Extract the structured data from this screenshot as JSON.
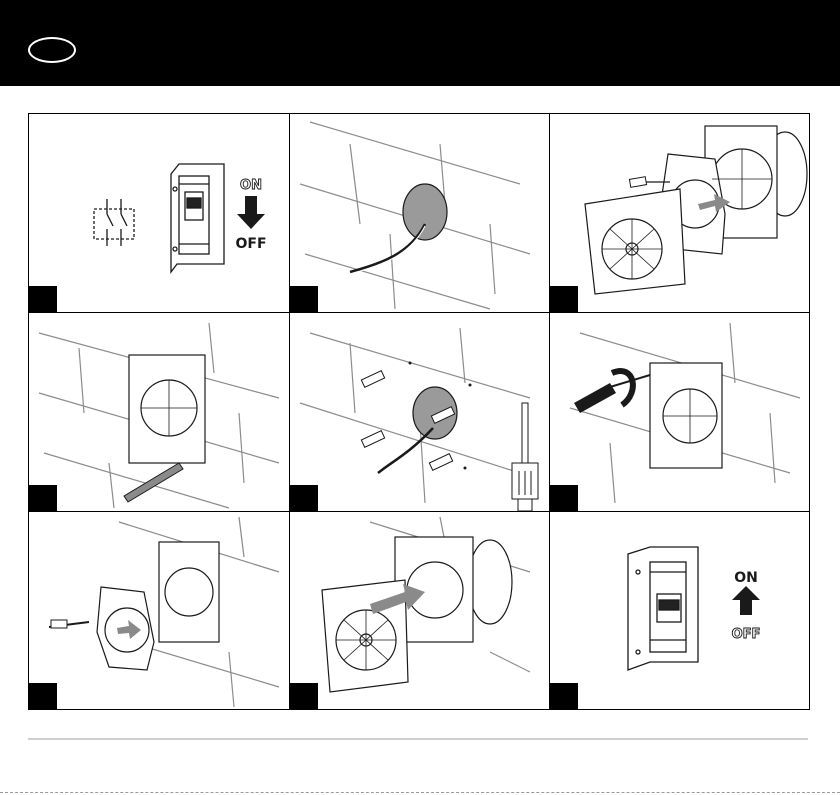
{
  "header": {
    "language_badge": ""
  },
  "steps": [
    {
      "number": "",
      "label_top": "ON",
      "label_bottom": "OFF"
    },
    {
      "number": ""
    },
    {
      "number": ""
    },
    {
      "number": ""
    },
    {
      "number": ""
    },
    {
      "number": ""
    },
    {
      "number": ""
    },
    {
      "number": ""
    },
    {
      "number": "",
      "label_top": "ON",
      "label_bottom": "OFF"
    }
  ],
  "colors": {
    "header_bg": "#000000",
    "line": "#1a1a1a",
    "wall": "#8c8c8c",
    "arrow_grey": "#8a8a8a"
  }
}
